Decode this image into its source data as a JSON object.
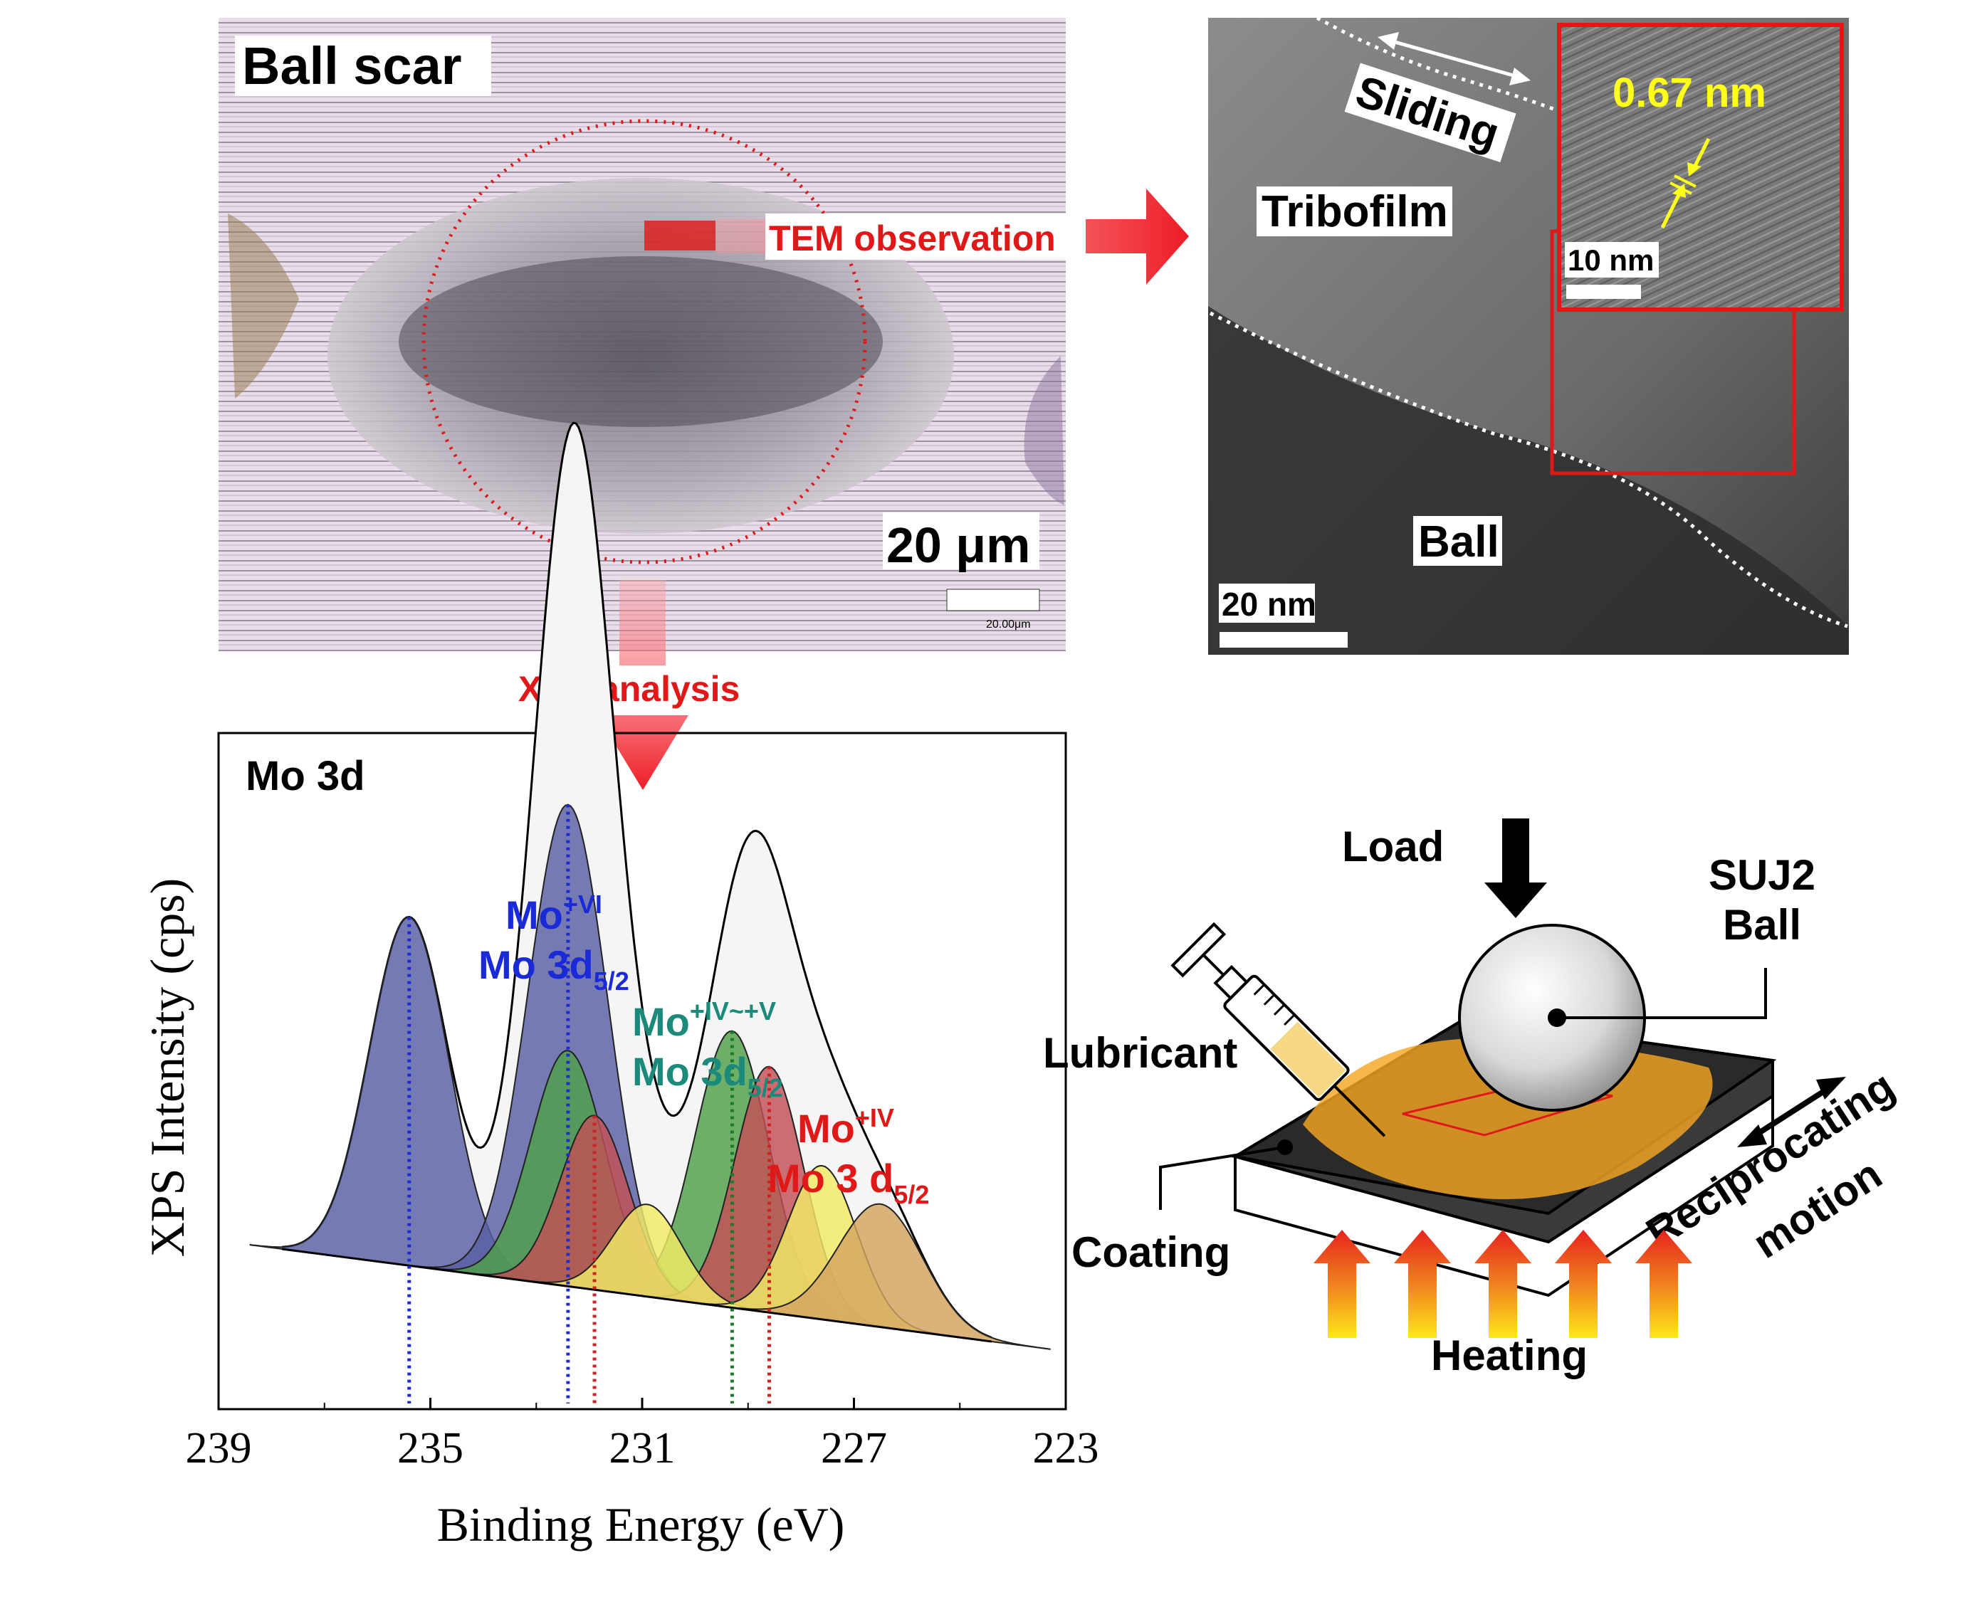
{
  "optical": {
    "title": "Ball scar",
    "scale": "20 μm",
    "tiny_scale": "20.00μm",
    "arrow_tem": "TEM observation",
    "arrow_xps": "XPS analysis"
  },
  "tem": {
    "sliding": "Sliding",
    "tribofilm": "Tribofilm",
    "ball": "Ball",
    "scale": "20 nm",
    "inset_spacing": "0.67 nm",
    "inset_scale": "10 nm"
  },
  "schematic": {
    "load": "Load",
    "ball_line1": "SUJ2",
    "ball_line2": "Ball",
    "lubricant": "Lubricant",
    "coating": "Coating",
    "heating": "Heating",
    "motion_line1": "Reciprocating",
    "motion_line2": "motion"
  },
  "chart_data": {
    "type": "area",
    "panel_label": "Mo 3d",
    "xlabel": "Binding Energy (eV)",
    "ylabel": "XPS Intensity (cps)",
    "xlim": [
      239,
      223
    ],
    "x_reversed": true,
    "x_ticks": [
      239,
      235,
      231,
      227,
      223
    ],
    "y_ticks_shown": false,
    "peaks": [
      {
        "center": 235.4,
        "amplitude": 0.68,
        "width": 0.75,
        "color": "#5a5fa3"
      },
      {
        "center": 232.4,
        "amplitude": 0.94,
        "width": 0.75,
        "color": "#5a5fa3"
      },
      {
        "center": 232.4,
        "amplitude": 0.46,
        "width": 0.7,
        "color": "#4fa04a"
      },
      {
        "center": 229.3,
        "amplitude": 0.54,
        "width": 0.7,
        "color": "#4fa04a"
      },
      {
        "center": 231.9,
        "amplitude": 0.34,
        "width": 0.65,
        "color": "#c24f55"
      },
      {
        "center": 228.6,
        "amplitude": 0.48,
        "width": 0.65,
        "color": "#c24f55"
      },
      {
        "center": 230.9,
        "amplitude": 0.18,
        "width": 0.65,
        "color": "#f3ec66"
      },
      {
        "center": 227.6,
        "amplitude": 0.3,
        "width": 0.65,
        "color": "#f3ec66"
      },
      {
        "center": 226.5,
        "amplitude": 0.24,
        "width": 0.8,
        "color": "#d4a560"
      }
    ],
    "marker_lines": [
      {
        "x": 235.4,
        "color": "#1a2ad6"
      },
      {
        "x": 232.4,
        "color": "#1a2ad6"
      },
      {
        "x": 231.9,
        "color": "#cc2222"
      },
      {
        "x": 229.3,
        "color": "#1b7a2a"
      },
      {
        "x": 228.6,
        "color": "#cc2222"
      }
    ],
    "annotations": [
      {
        "base": "Mo",
        "sup": "+VI",
        "line2": "Mo 3d",
        "sub": "5/2",
        "color": "#1a2ad6"
      },
      {
        "base": "Mo",
        "sup": "+IV~+V",
        "line2": "Mo 3d",
        "sub": "5/2",
        "color": "#1b8a7a"
      },
      {
        "base": "Mo",
        "sup": "+IV",
        "line2": "Mo 3 d",
        "sub": "5/2",
        "color": "#e01818"
      }
    ]
  }
}
